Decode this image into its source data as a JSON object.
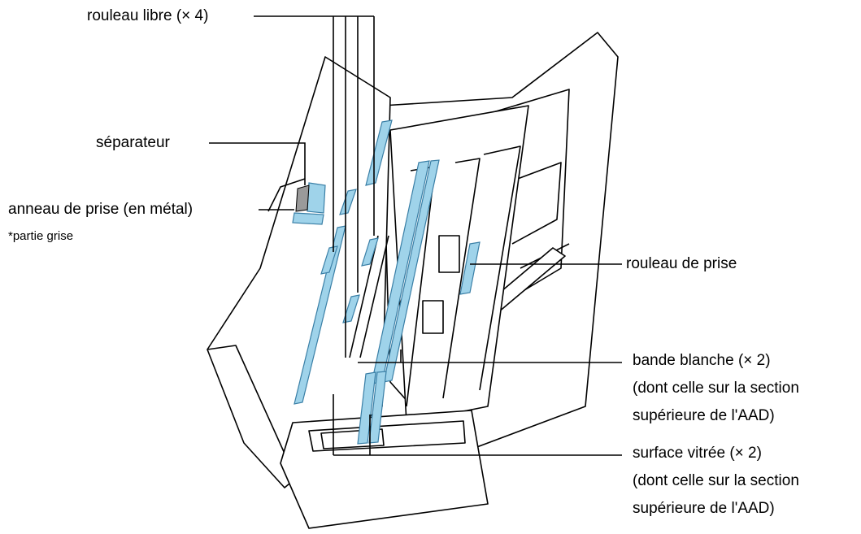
{
  "labels": {
    "rouleau_libre": "rouleau libre (× 4)",
    "separateur": "séparateur",
    "anneau": "anneau de prise (en métal)",
    "anneau_note": "*partie grise",
    "rouleau_prise": "rouleau de prise",
    "bande_1": "bande blanche (× 2)",
    "bande_2": "(dont celle sur la section",
    "bande_3": "supérieure de l'AAD)",
    "surface_1": "surface vitrée (× 2)",
    "surface_2": "(dont celle sur la section",
    "surface_3": "supérieure de l'AAD)"
  },
  "colors": {
    "highlight": "#9fd3ea",
    "highlight_stroke": "#3a7fa6",
    "metal": "#9a9a9a",
    "outline": "#000000"
  }
}
